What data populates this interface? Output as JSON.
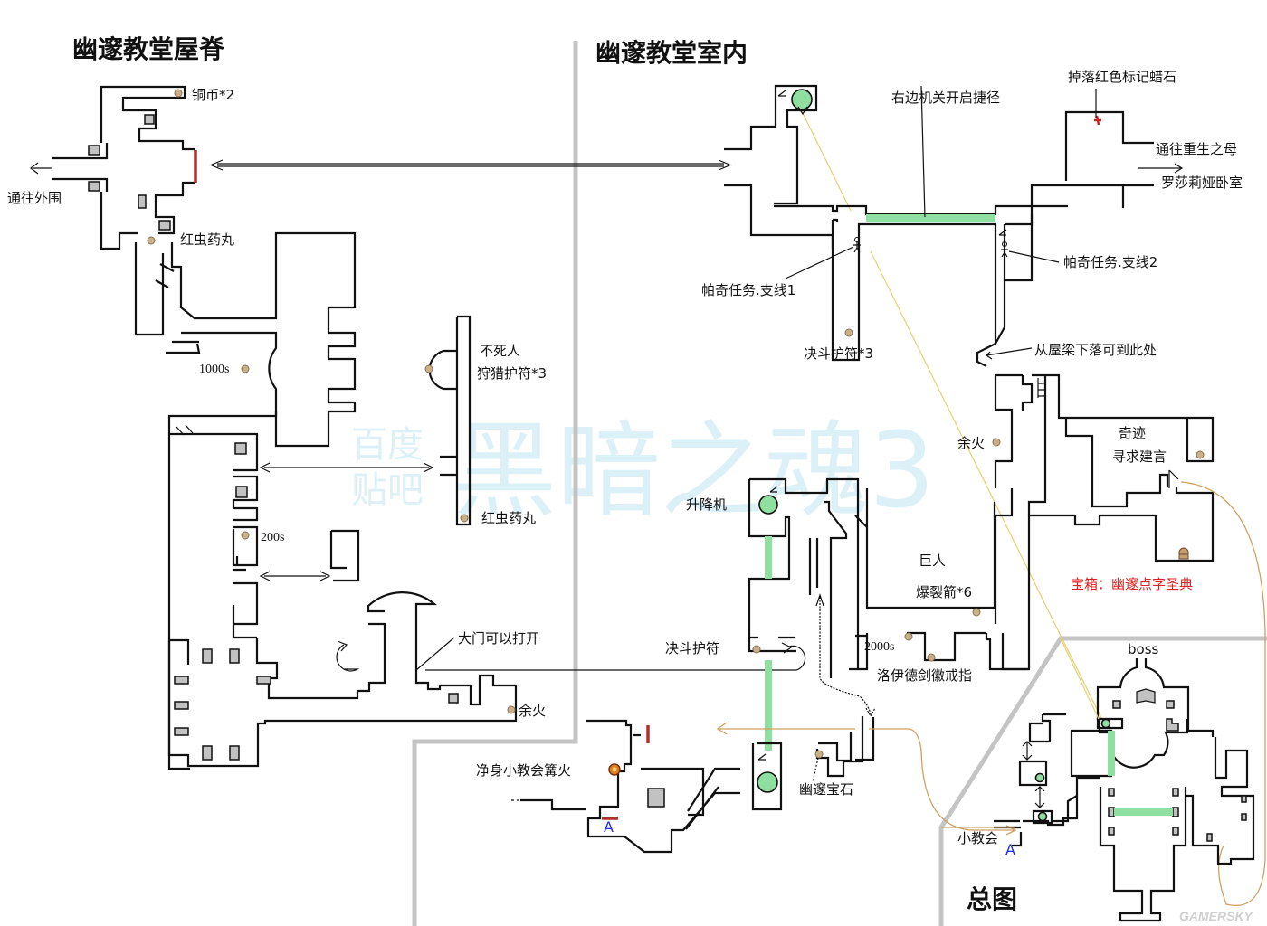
{
  "titles": {
    "roof": "幽邃教堂屋脊",
    "interior": "幽邃教堂室内",
    "overview": "总图"
  },
  "watermark": {
    "main": "黑暗之魂3",
    "sub_line1": "百度",
    "sub_line2": "贴吧"
  },
  "credit": "GAMERSKY",
  "roof_labels": {
    "copper_coin": "铜币*2",
    "to_outskirts": "通往外围",
    "red_bug_pellet_1": "红虫药丸",
    "souls_1000": "1000s",
    "undead_hunter_charm_line1": "不死人",
    "undead_hunter_charm_line2": "狩猎护符*3",
    "red_bug_pellet_2": "红虫药丸",
    "souls_200": "200s",
    "gate_can_open": "大门可以打开",
    "ember_roof": "余火"
  },
  "interior_labels": {
    "right_lever_shortcut": "右边机关开启捷径",
    "red_soapstone_drop": "掉落红色标记蜡石",
    "to_rebirth_mother": "通往重生之母",
    "rosaria_bedchamber": "罗莎莉娅卧室",
    "patches_quest_1": "帕奇任务.支线1",
    "patches_quest_2": "帕奇任务.支线2",
    "duel_charm_3": "决斗护符*3",
    "fall_from_beam": "从屋梁下落可到此处",
    "ember_interior": "余火",
    "miracle_line1": "奇迹",
    "miracle_line2": "寻求建言",
    "elevator": "升降机",
    "giant": "巨人",
    "exploding_arrow": "爆裂箭*6",
    "duel_charm": "决斗护符",
    "souls_2000": "2000s",
    "lloyds_sword_ring": "洛伊德剑徽戒指",
    "treasure_chest": "宝箱：幽邃点字圣典",
    "cleansing_chapel_bonfire": "净身小教会篝火",
    "deep_gem": "幽邃宝石",
    "marker_a": "A"
  },
  "overview_labels": {
    "boss": "boss",
    "small_chapel": "小教会",
    "marker_a": "A"
  },
  "legend_colors": {
    "item": "#c8b08a",
    "elevator": "#8fe0a0",
    "shortcut": "#8fe0a0",
    "door_red": "#b03030",
    "treasure_text": "#e02020",
    "marker_blue": "#2030e0",
    "bonfire": "#e08020"
  }
}
